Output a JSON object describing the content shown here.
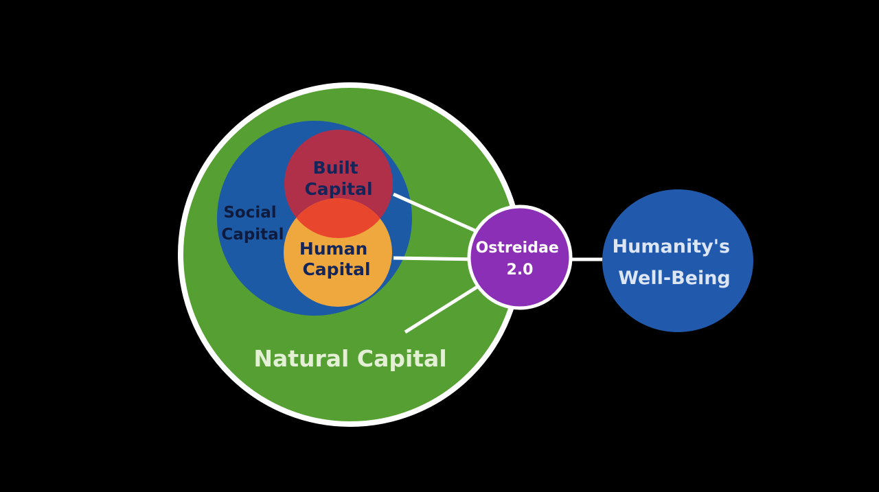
{
  "diagram": {
    "natural_capital": {
      "label": "Natural Capital",
      "color": "#56a033"
    },
    "social_capital": {
      "line1": "Social",
      "line2": "Capital",
      "color": "#1d5aa6"
    },
    "built_capital": {
      "line1": "Built",
      "line2": "Capital",
      "color": "#b0304a"
    },
    "human_capital": {
      "line1": "Human",
      "line2": "Capital",
      "color": "#eea83e"
    },
    "overlap_color": "#e8472e",
    "ostreidae": {
      "line1": "Ostreidae",
      "line2": "2.0",
      "color": "#8a2fb6"
    },
    "wellbeing": {
      "line1": "Humanity's",
      "line2": "Well-Being",
      "color": "#2159ad"
    },
    "border_color": "#ffffff"
  }
}
